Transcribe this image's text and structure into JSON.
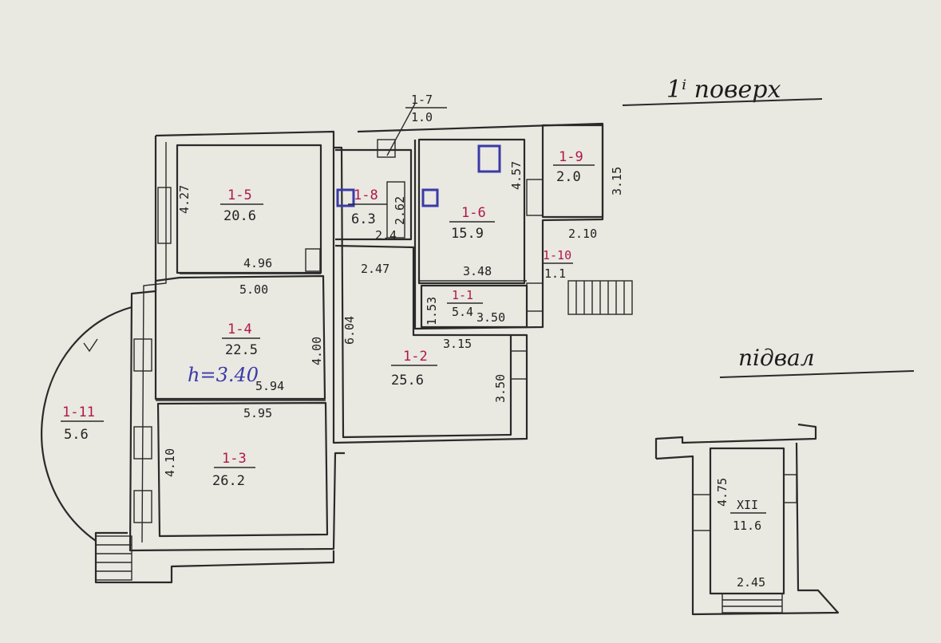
{
  "titles": {
    "floor": "1ⁱ поверх",
    "basement": "підвал"
  },
  "rooms": [
    {
      "id": "1-5",
      "label": "1-5",
      "area": "20.6"
    },
    {
      "id": "1-4",
      "label": "1-4",
      "area": "22.5"
    },
    {
      "id": "1-3",
      "label": "1-3",
      "area": "26.2"
    },
    {
      "id": "1-2",
      "label": "1-2",
      "area": "25.6"
    },
    {
      "id": "1-6",
      "label": "1-6",
      "area": "15.9"
    },
    {
      "id": "1-8",
      "label": "1-8",
      "area": "6.3"
    },
    {
      "id": "1-7",
      "label": "1-7",
      "area": "1.0"
    },
    {
      "id": "1-9",
      "label": "1-9",
      "area": "2.0"
    },
    {
      "id": "1-10",
      "label": "1-10",
      "area": "1.1"
    },
    {
      "id": "1-1",
      "label": "1-1",
      "area": "5.4"
    },
    {
      "id": "1-11",
      "label": "1-11",
      "area": "5.6"
    },
    {
      "id": "XII",
      "label": "XII",
      "area": "11.6"
    }
  ],
  "dimensions": {
    "d_427": "4.27",
    "d_496": "4.96",
    "d_500": "5.00",
    "d_400": "4.00",
    "d_604": "6.04",
    "d_594": "5.94",
    "d_595": "5.95",
    "d_410": "4.10",
    "d_315a": "3.15",
    "d_350a": "3.50",
    "d_350b": "3.50",
    "d_348": "3.48",
    "d_247": "2.47",
    "d_153": "1.53",
    "d_457": "4.57",
    "d_315b": "3.15",
    "d_210": "2.10",
    "d_262": "2.62",
    "d_24x": "2.4",
    "d_775": "4.75",
    "d_245": "2.45"
  },
  "annotation": {
    "height": "h=3.40"
  },
  "colors": {
    "paper": "#e9e8e1",
    "ink_lines": "#2a2a2a",
    "marker_red": "#b0174a",
    "marker_blue": "#3a3aa8"
  }
}
